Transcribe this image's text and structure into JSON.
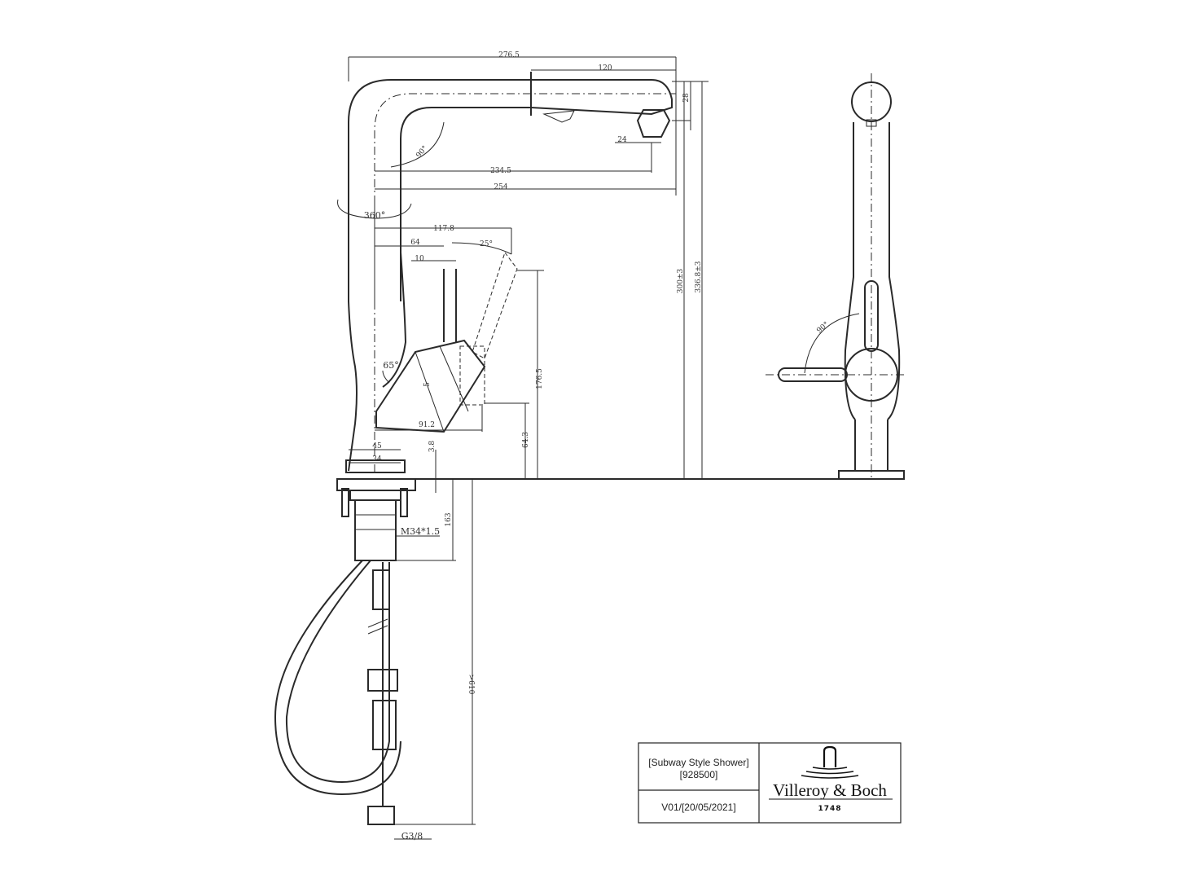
{
  "dimensions": {
    "overall_reach": "276.5",
    "spray_head_length": "120",
    "head_diameter": "28",
    "outlet_diameter": "24",
    "reach_to_outlet": "234.5",
    "reach_to_tip": "254",
    "swivel_angle": "360°",
    "spout_angle": "90°",
    "lever_reach": "117.8",
    "lever_offset": "64",
    "lever_angle": "25°",
    "lever_diameter": "10",
    "body_angle": "65°",
    "body_diameter": "5",
    "body_width": "91.2",
    "lever_height": "176.5",
    "body_height": "64.3",
    "overall_height": "300±3",
    "max_height": "336.8±3",
    "base_diameter_outer": "45",
    "base_diameter_inner": "34",
    "base_thickness": "3.8",
    "shank_length": "163",
    "thread": "M34*1.5",
    "hose_length": ">610",
    "connection": "G3/8",
    "side_lever_angle": "90°"
  },
  "title_block": {
    "product_name": "[Subway Style Shower]",
    "product_code": "[928500]",
    "version": "V01/[20/05/2021]",
    "brand": "Villeroy & Boch",
    "brand_year": "1748"
  }
}
